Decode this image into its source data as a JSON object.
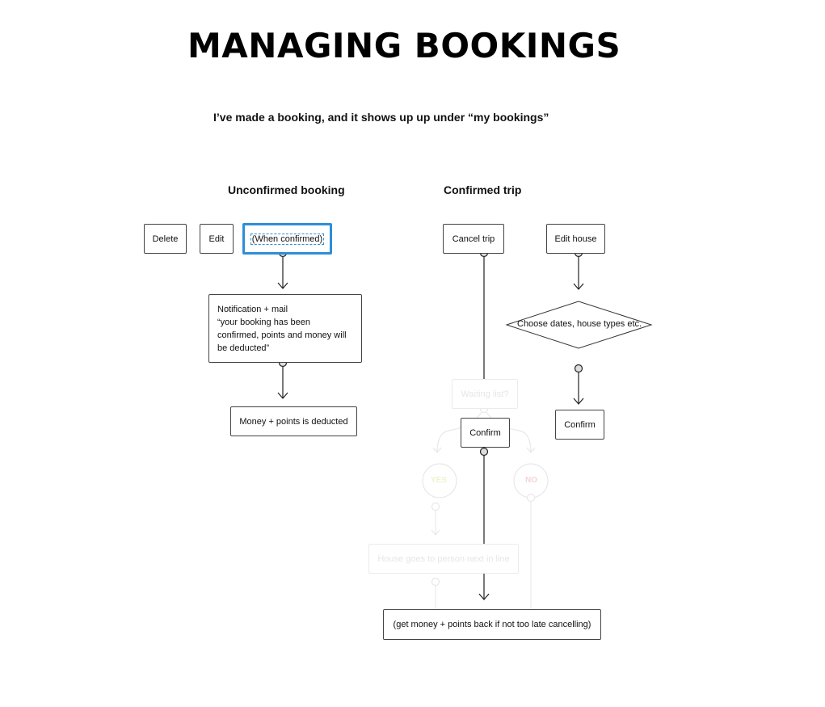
{
  "header": {
    "title": "MANAGING BOOKINGS",
    "subtitle": "I’ve made a booking, and it shows up up under “my bookings”"
  },
  "columns": {
    "unconfirmed": "Unconfirmed booking",
    "confirmed": "Confirmed trip"
  },
  "unconfirmed": {
    "delete_label": "Delete",
    "edit_label": "Edit",
    "when_confirmed_label": "(When confirmed)",
    "notification_line1": "Notification + mail",
    "notification_line2": "“your booking has been confirmed, points and money will be deducted”",
    "deducted_label": "Money + points is deducted"
  },
  "confirmed": {
    "cancel_label": "Cancel trip",
    "edit_house_label": "Edit house",
    "choose_dates_label": "Choose dates, house types etc.",
    "confirm_house_label": "Confirm",
    "confirm_cancel_label": "Confirm",
    "refund_label": "(get money + points back if not too late cancelling)"
  },
  "faded": {
    "waiting_list_label": "Waiting list?",
    "yes_label": "YES",
    "no_label": "NO",
    "next_in_line_label": "House goes to person next in line"
  },
  "colors": {
    "selection": "#2d8ed9",
    "yes_faded": "#f3f5d6",
    "no_faded": "#f7dede",
    "connector": "#222222",
    "faded_stroke": "#e8e8e8"
  }
}
